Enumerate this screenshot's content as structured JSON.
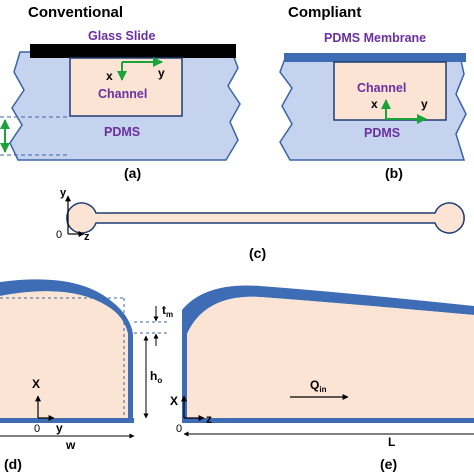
{
  "panel_a": {
    "title": "Conventional",
    "glass_slide_label": "Glass Slide",
    "axis_x": "x",
    "axis_y": "y",
    "channel_label": "Channel",
    "pdms_label": "PDMS",
    "caption": "(a)"
  },
  "panel_b": {
    "title": "Compliant",
    "membrane_label": "PDMS Membrane",
    "channel_label": "Channel",
    "axis_x": "x",
    "axis_y": "y",
    "pdms_label": "PDMS",
    "caption": "(b)"
  },
  "panel_c": {
    "axis_y": "y",
    "origin": "0",
    "axis_z": "z",
    "caption": "(c)"
  },
  "panel_d": {
    "t_symbol": "t",
    "t_subscript": "m",
    "h_symbol": "h",
    "h_subscript": "o",
    "axis_x": "X",
    "origin": "0",
    "axis_y": "y",
    "width_label": "w",
    "caption": "(d)"
  },
  "panel_e": {
    "axis_x": "X",
    "origin": "0",
    "axis_z": "z",
    "q_symbol": "Q",
    "q_subscript": "in",
    "length_label": "L",
    "caption": "(e)"
  },
  "colors": {
    "pdms_fill": "#c5d3ee",
    "pdms_stroke": "#3a64a8",
    "membrane": "#3f6db5",
    "channel_fill": "#fbe4d4",
    "channel_stroke": "#1f3c73",
    "glass_slide": "#000000",
    "purple_text": "#6b2fa0",
    "arrow_green": "#1aa33b",
    "dashed_blue": "#3a64a8"
  }
}
